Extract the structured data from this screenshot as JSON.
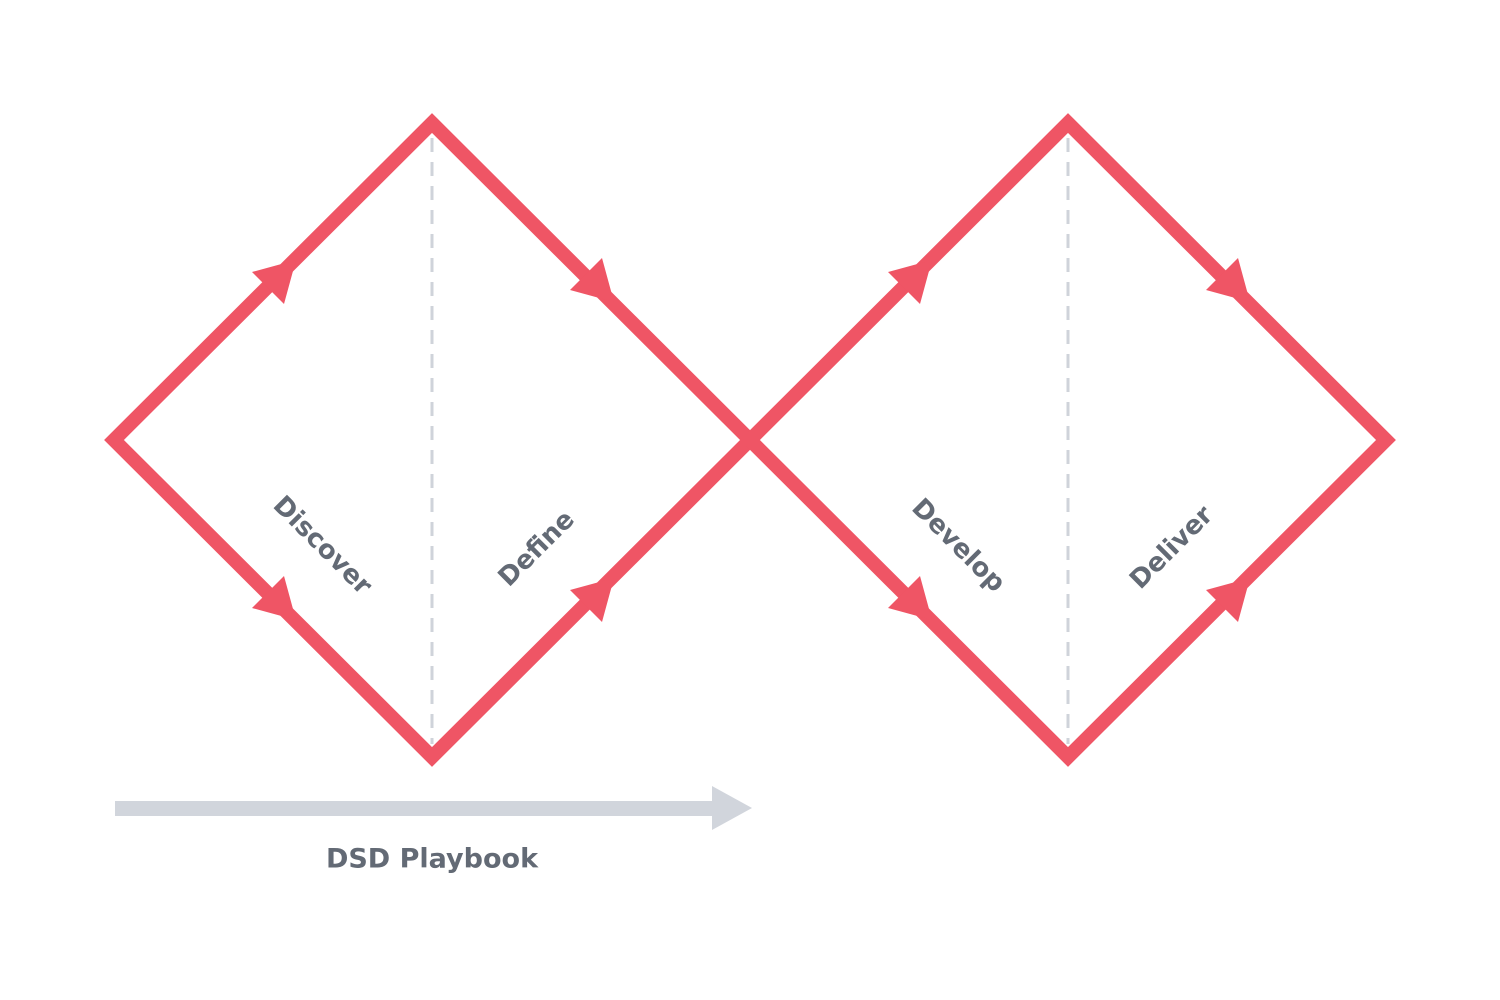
{
  "colors": {
    "diamond": "#ef5565",
    "divider": "#cfd3da",
    "timeline": "#d1d5dc",
    "text": "#636a75",
    "background": "#ffffff"
  },
  "phases": [
    {
      "label": "Discover"
    },
    {
      "label": "Define"
    },
    {
      "label": "Develop"
    },
    {
      "label": "Deliver"
    }
  ],
  "timeline": {
    "label": "DSD Playbook"
  }
}
